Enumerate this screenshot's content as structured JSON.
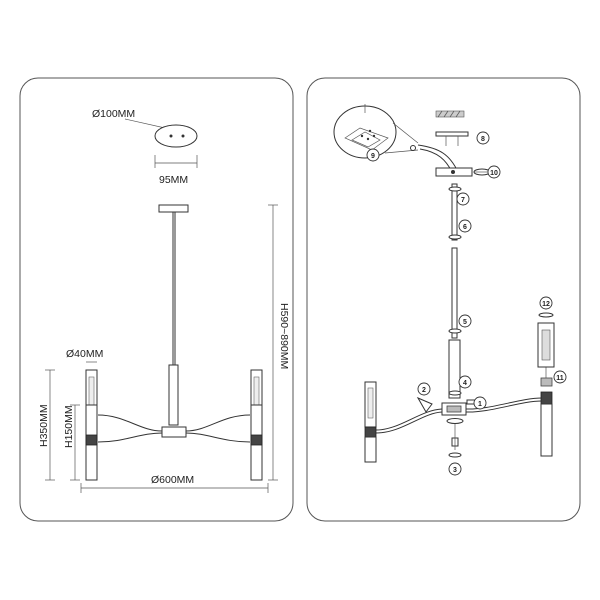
{
  "dimensions": {
    "canopy_diameter": "Ø100MM",
    "canopy_width": "95MM",
    "height_range": "H590~890MM",
    "shade_diameter": "Ø40MM",
    "arm_height": "H350MM",
    "shade_height": "H150MM",
    "span_diameter": "Ø600MM"
  },
  "steps": [
    "1",
    "2",
    "3",
    "4",
    "5",
    "6",
    "7",
    "8",
    "9",
    "10",
    "11",
    "12"
  ]
}
